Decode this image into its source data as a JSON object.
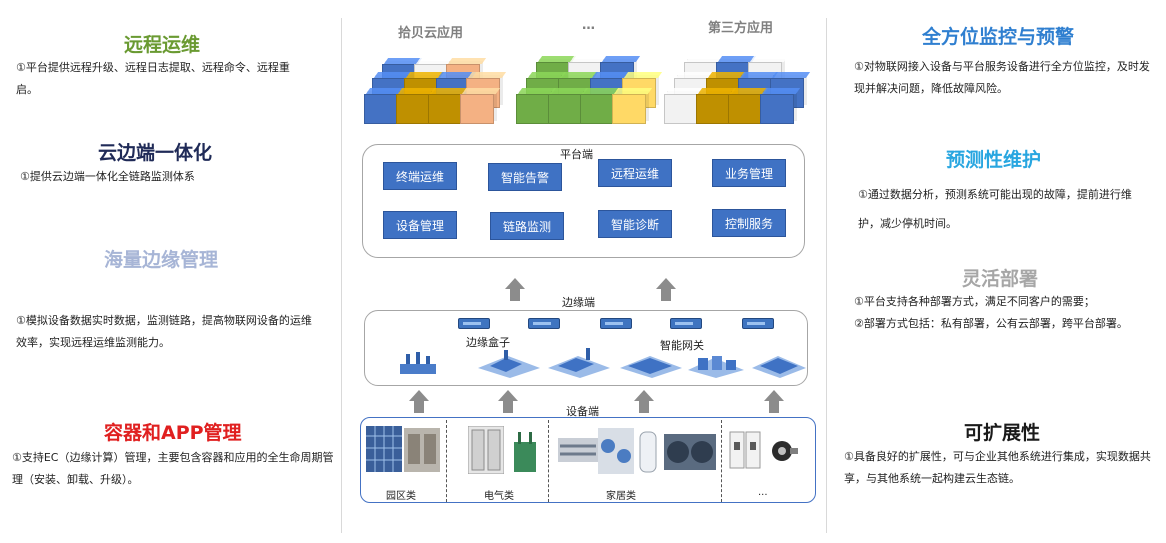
{
  "left": {
    "s1": {
      "title": "远程运维",
      "color": "#6a9a32",
      "text": "①平台提供远程升级、远程日志提取、远程命令、远程重启。"
    },
    "s2": {
      "title": "云边端一体化",
      "color": "#1f2a57",
      "text": "①提供云边端一体化全链路监测体系"
    },
    "s3": {
      "title": "海量边缘管理",
      "color": "#a7b5d6",
      "text": "①模拟设备数据实时数据，监测链路，提高物联网设备的运维效率，实现远程运维监测能力。"
    },
    "s4": {
      "title": "容器和APP管理",
      "color": "#e02020",
      "text": "①支持EC（边缘计算）管理，主要包含容器和应用的全生命周期管理（安装、卸载、升级）。"
    }
  },
  "right": {
    "s1": {
      "title": "全方位监控与预警",
      "color": "#2f7fd0",
      "text": "①对物联网接入设备与平台服务设备进行全方位监控，及时发现并解决问题，降低故障风险。"
    },
    "s2": {
      "title": "预测性维护",
      "color": "#28a6e0",
      "text": "①通过数据分析，预测系统可能出现的故障，提前进行维护，减少停机时间。"
    },
    "s3": {
      "title": "灵活部署",
      "color": "#a6a6a6",
      "text1": "①平台支持各种部署方式，满足不同客户的需要；",
      "text2": "②部署方式包括：私有部署，公有云部署，跨平台部署。"
    },
    "s4": {
      "title": "可扩展性",
      "color": "#1a1a1a",
      "text": "①具备良好的扩展性，可与企业其他系统进行集成，实现数据共享，与其他系统一起构建云生态链。"
    }
  },
  "center": {
    "app_headers": [
      "拾贝云应用",
      "…",
      "第三方应用"
    ],
    "platform_label": "平台端",
    "services_row1": [
      "终端运维",
      "智能告警",
      "远程运维",
      "业务管理"
    ],
    "services_row2": [
      "设备管理",
      "链路监测",
      "智能诊断",
      "控制服务"
    ],
    "edge_label": "边缘端",
    "edge_box_label": "边缘盒子",
    "edge_gateway_label": "智能网关",
    "device_label": "设备端",
    "device_categories": [
      "园区类",
      "电气类",
      "家居类",
      "..."
    ],
    "colors": {
      "service_blue": "#3f72c4",
      "cube_blue": "#4472c4",
      "cube_gold": "#bf9000",
      "cube_peach": "#f4b183",
      "cube_green": "#70ad47",
      "cube_yellow": "#ffd966"
    }
  }
}
